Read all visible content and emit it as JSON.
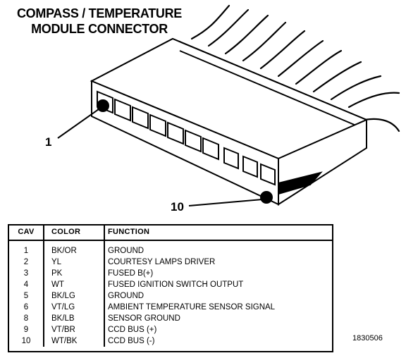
{
  "title": {
    "line1": "COMPASS / TEMPERATURE",
    "line2": "MODULE CONNECTOR"
  },
  "callouts": {
    "first": "1",
    "last": "10"
  },
  "table": {
    "headers": {
      "cav": "CAV",
      "color": "COLOR",
      "function": "FUNCTION"
    },
    "rows": [
      {
        "cav": "1",
        "color": "BK/OR",
        "function": "GROUND"
      },
      {
        "cav": "2",
        "color": "YL",
        "function": "COURTESY LAMPS DRIVER"
      },
      {
        "cav": "3",
        "color": "PK",
        "function": "FUSED B(+)"
      },
      {
        "cav": "4",
        "color": "WT",
        "function": "FUSED IGNITION SWITCH OUTPUT"
      },
      {
        "cav": "5",
        "color": "BK/LG",
        "function": "GROUND"
      },
      {
        "cav": "6",
        "color": "VT/LG",
        "function": "AMBIENT TEMPERATURE SENSOR SIGNAL"
      },
      {
        "cav": "8",
        "color": "BK/LB",
        "function": "SENSOR GROUND"
      },
      {
        "cav": "9",
        "color": "VT/BR",
        "function": "CCD BUS (+)"
      },
      {
        "cav": "10",
        "color": "WT/BK",
        "function": "CCD BUS (-)"
      }
    ]
  },
  "figure_id": "1830506"
}
